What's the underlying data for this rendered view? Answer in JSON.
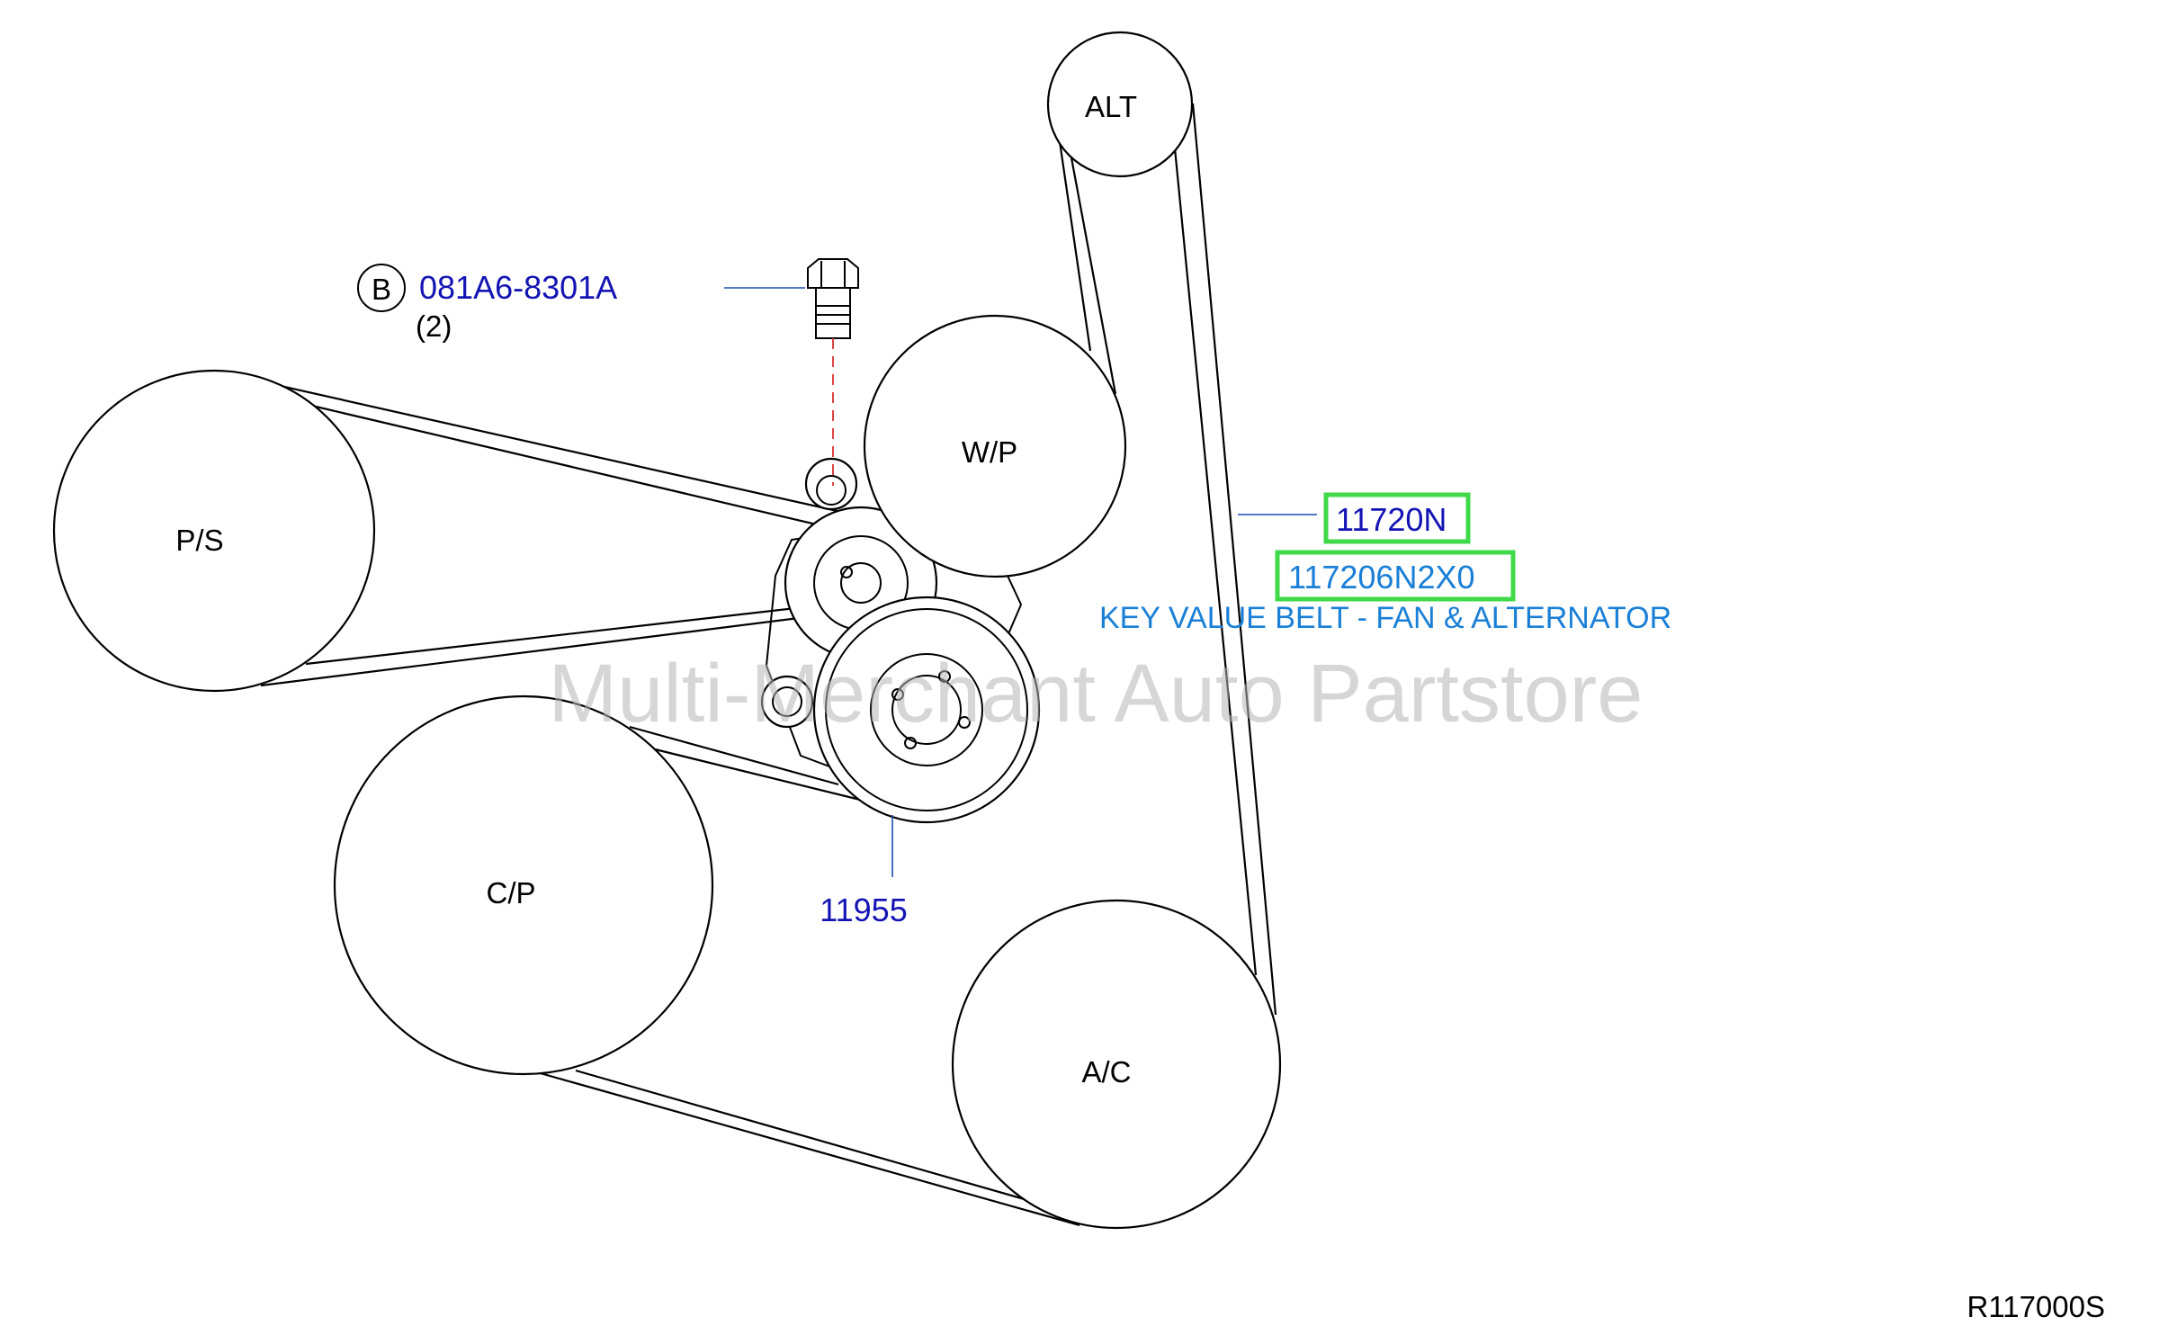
{
  "diagram": {
    "pulleys": {
      "alt": "ALT",
      "wp": "W/P",
      "ps": "P/S",
      "cp": "C/P",
      "ac": "A/C"
    },
    "bolt": {
      "circle_letter": "B",
      "part_number": "081A6-8301A",
      "quantity": "(2)"
    },
    "tensioner": {
      "part_number": "11955"
    },
    "belt": {
      "part_number": "11720N",
      "alt_part_number": "117206N2X0",
      "description": "KEY VALUE BELT - FAN & ALTERNATOR"
    },
    "watermark": "Multi-Merchant Auto Partstore",
    "drawing_code": "R117000S",
    "colors": {
      "line": "#000000",
      "part_ref": "#1414b4",
      "part_ref_light": "#1a7fd6",
      "highlight": "#3fd94a",
      "watermark": "#b4b4b4"
    }
  }
}
